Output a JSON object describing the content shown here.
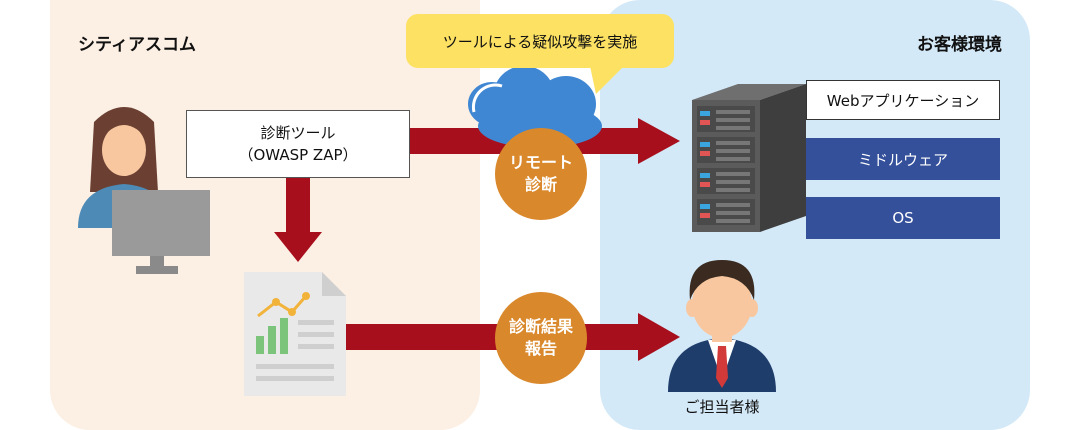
{
  "left_panel": {
    "title": "シティアスコム"
  },
  "right_panel": {
    "title": "お客様環境"
  },
  "bubble": {
    "text": "ツールによる疑似攻撃を実施"
  },
  "tool": {
    "line1": "診断ツール",
    "line2": "（OWASP ZAP）"
  },
  "remote": {
    "line1": "リモート",
    "line2": "診断"
  },
  "report": {
    "line1": "診断結果",
    "line2": "報告"
  },
  "stack": {
    "web": "Webアプリケーション",
    "middleware": "ミドルウェア",
    "os": "OS"
  },
  "customer": {
    "label": "ご担当者様"
  },
  "colors": {
    "arrow": "#a80f1c",
    "circle": "#d9882c",
    "stack_blue": "#34509a",
    "bubble": "#fce163",
    "cloud": "#3f87d3"
  }
}
